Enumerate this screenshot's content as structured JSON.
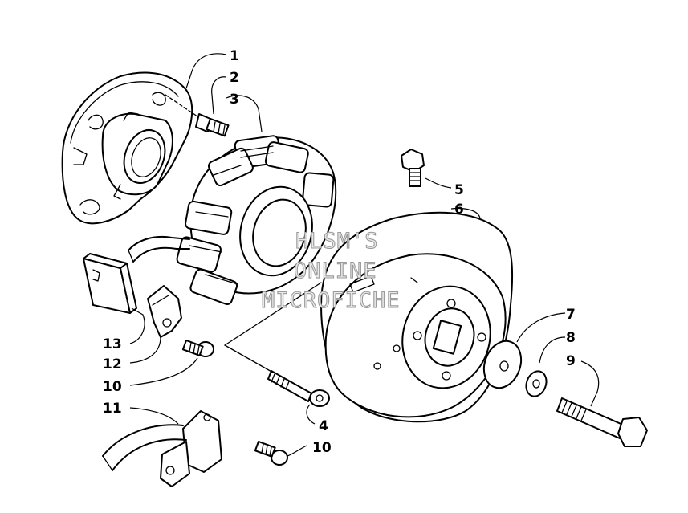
{
  "watermark": {
    "line1": "HLSM'S",
    "line2": "ONLINE",
    "line3": "MICROFICHE"
  },
  "callouts": [
    {
      "id": "c1",
      "label": "1"
    },
    {
      "id": "c2",
      "label": "2"
    },
    {
      "id": "c3",
      "label": "3"
    },
    {
      "id": "c4",
      "label": "4"
    },
    {
      "id": "c5",
      "label": "5"
    },
    {
      "id": "c6",
      "label": "6"
    },
    {
      "id": "c7",
      "label": "7"
    },
    {
      "id": "c8",
      "label": "8"
    },
    {
      "id": "c9",
      "label": "9"
    },
    {
      "id": "c10a",
      "label": "10"
    },
    {
      "id": "c10b",
      "label": "10"
    },
    {
      "id": "c11",
      "label": "11"
    },
    {
      "id": "c12",
      "label": "12"
    },
    {
      "id": "c13",
      "label": "13"
    }
  ]
}
